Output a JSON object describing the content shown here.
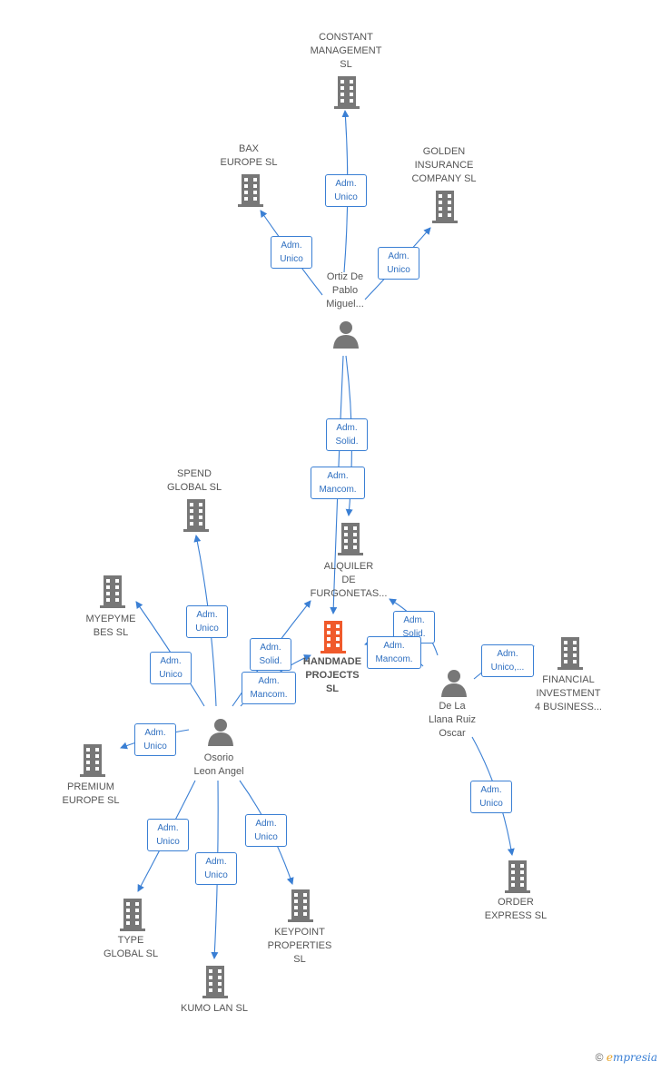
{
  "nodes": {
    "constant": {
      "label": "CONSTANT\nMANAGEMENT\nSL",
      "type": "company"
    },
    "bax": {
      "label": "BAX\nEUROPE  SL",
      "type": "company"
    },
    "golden": {
      "label": "GOLDEN\nINSURANCE\nCOMPANY  SL",
      "type": "company"
    },
    "ortiz": {
      "label": "Ortiz De\nPablo\nMiguel...",
      "type": "person"
    },
    "alquiler": {
      "label": "ALQUILER\nDE\nFURGONETAS...",
      "type": "company"
    },
    "handmade": {
      "label": "HANDMADE\nPROJECTS\nSL",
      "type": "main"
    },
    "spend": {
      "label": "SPEND\nGLOBAL  SL",
      "type": "company"
    },
    "myepyme": {
      "label": "MYEPYME\nBES  SL",
      "type": "company"
    },
    "premium": {
      "label": "PREMIUM\nEUROPE  SL",
      "type": "company"
    },
    "osorio": {
      "label": "Osorio\nLeon Angel",
      "type": "person"
    },
    "type": {
      "label": "TYPE\nGLOBAL  SL",
      "type": "company"
    },
    "kumo": {
      "label": "KUMO LAN  SL",
      "type": "company"
    },
    "keypoint": {
      "label": "KEYPOINT\nPROPERTIES\nSL",
      "type": "company"
    },
    "delallana": {
      "label": "De La\nLlana Ruiz\nOscar",
      "type": "person"
    },
    "financial": {
      "label": "FINANCIAL\nINVESTMENT\n4 BUSINESS...",
      "type": "company"
    },
    "order": {
      "label": "ORDER\nEXPRESS  SL",
      "type": "company"
    }
  },
  "edges": [
    {
      "id": "e1",
      "label": "Adm.\nUnico"
    },
    {
      "id": "e2",
      "label": "Adm.\nUnico"
    },
    {
      "id": "e3",
      "label": "Adm.\nUnico"
    },
    {
      "id": "e4",
      "label": "Adm.\nSolid."
    },
    {
      "id": "e5",
      "label": "Adm.\nMancom."
    },
    {
      "id": "e6",
      "label": "Adm.\nUnico"
    },
    {
      "id": "e7",
      "label": "Adm.\nUnico"
    },
    {
      "id": "e8",
      "label": "Adm.\nUnico"
    },
    {
      "id": "e9",
      "label": "Adm.\nSolid."
    },
    {
      "id": "e10",
      "label": "Adm.\nMancom."
    },
    {
      "id": "e11",
      "label": "Adm.\nUnico"
    },
    {
      "id": "e12",
      "label": "Adm.\nUnico"
    },
    {
      "id": "e13",
      "label": "Adm.\nUnico"
    },
    {
      "id": "e14",
      "label": "Adm.\nSolid."
    },
    {
      "id": "e15",
      "label": "Adm.\nMancom."
    },
    {
      "id": "e16",
      "label": "Adm.\nUnico,..."
    },
    {
      "id": "e17",
      "label": "Adm.\nUnico"
    }
  ],
  "colors": {
    "company": "#777777",
    "main": "#f05a2b",
    "person": "#777777",
    "edge": "#3a7fd4"
  },
  "brand": {
    "copyright": "©",
    "name_e": "e",
    "name_rest": "mpresia"
  }
}
